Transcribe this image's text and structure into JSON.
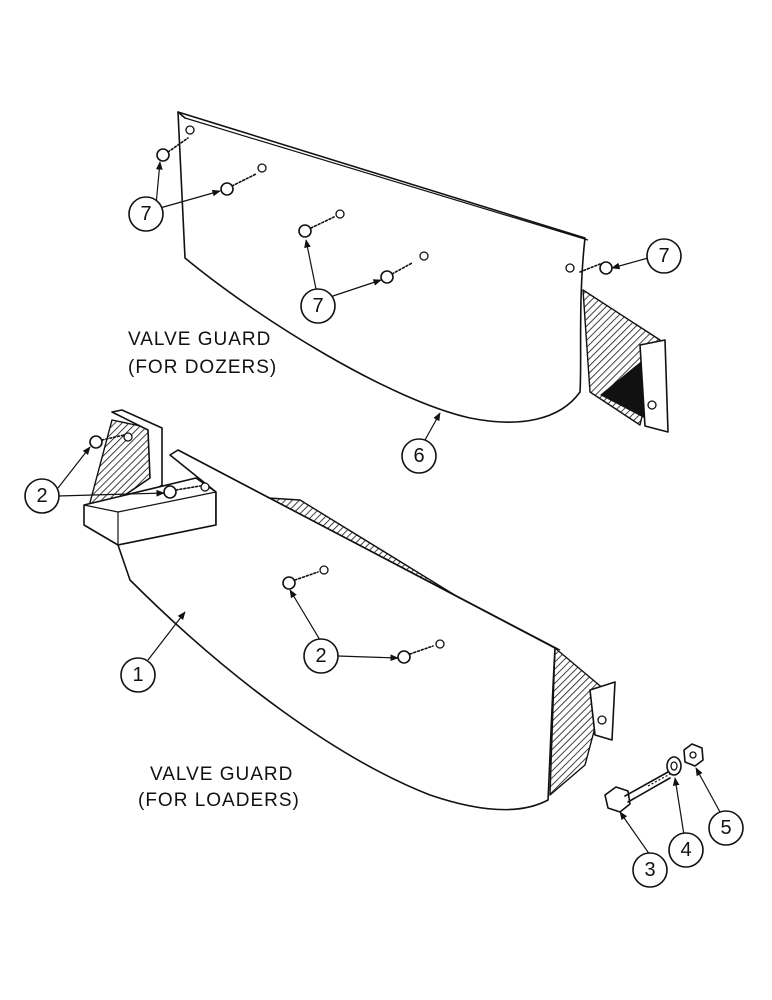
{
  "labels": {
    "dozer_line1": "VALVE  GUARD",
    "dozer_line2": "(FOR  DOZERS)",
    "loader_line1": "VALVE  GUARD",
    "loader_line2": "(FOR  LOADERS)"
  },
  "callouts": {
    "c1": "1",
    "c2a": "2",
    "c2b": "2",
    "c3": "3",
    "c4": "4",
    "c5": "5",
    "c6": "6",
    "c7a": "7",
    "c7b": "7",
    "c7c": "7"
  }
}
